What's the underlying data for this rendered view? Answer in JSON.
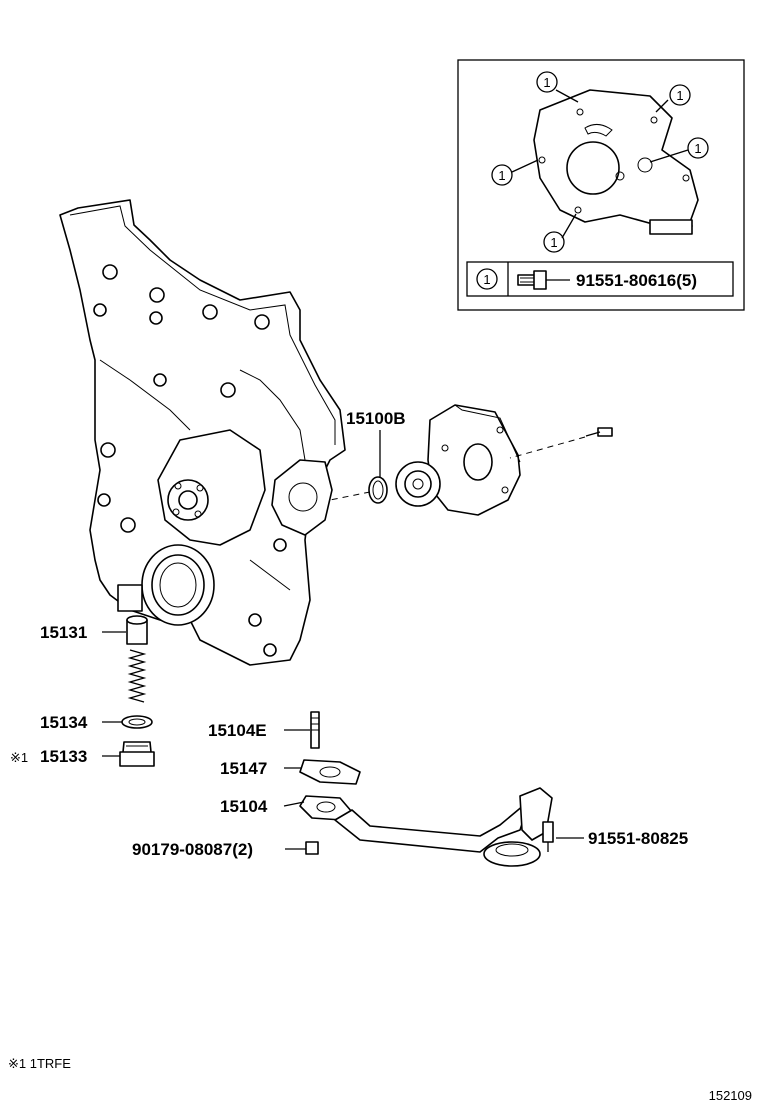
{
  "callouts": [
    {
      "id": "15100B",
      "label": "15100B"
    },
    {
      "id": "15131",
      "label": "15131"
    },
    {
      "id": "15134",
      "label": "15134"
    },
    {
      "id": "15133",
      "label": "15133",
      "marker": "※1"
    },
    {
      "id": "15104E",
      "label": "15104E"
    },
    {
      "id": "15147",
      "label": "15147"
    },
    {
      "id": "15104",
      "label": "15104"
    },
    {
      "id": "90179",
      "label": "90179-08087(2)"
    },
    {
      "id": "91551b",
      "label": "91551-80825"
    }
  ],
  "inset": {
    "circle_number": "1",
    "bolt_label": "91551-80616(5)"
  },
  "footnote": "※1 1TRFE",
  "diagram_id": "152109"
}
